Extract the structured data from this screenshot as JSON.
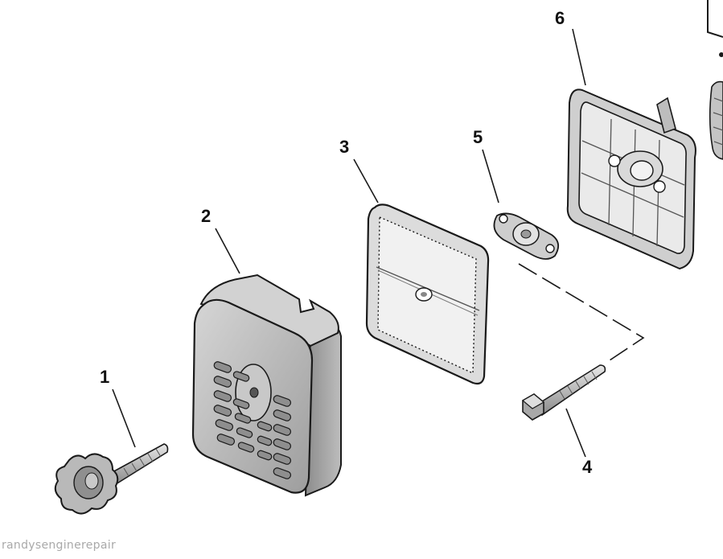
{
  "callouts": [
    {
      "id": "1",
      "label": "1"
    },
    {
      "id": "2",
      "label": "2"
    },
    {
      "id": "3",
      "label": "3"
    },
    {
      "id": "4",
      "label": "4"
    },
    {
      "id": "5",
      "label": "5"
    },
    {
      "id": "6",
      "label": "6"
    }
  ],
  "watermark": "randysenginerepair"
}
